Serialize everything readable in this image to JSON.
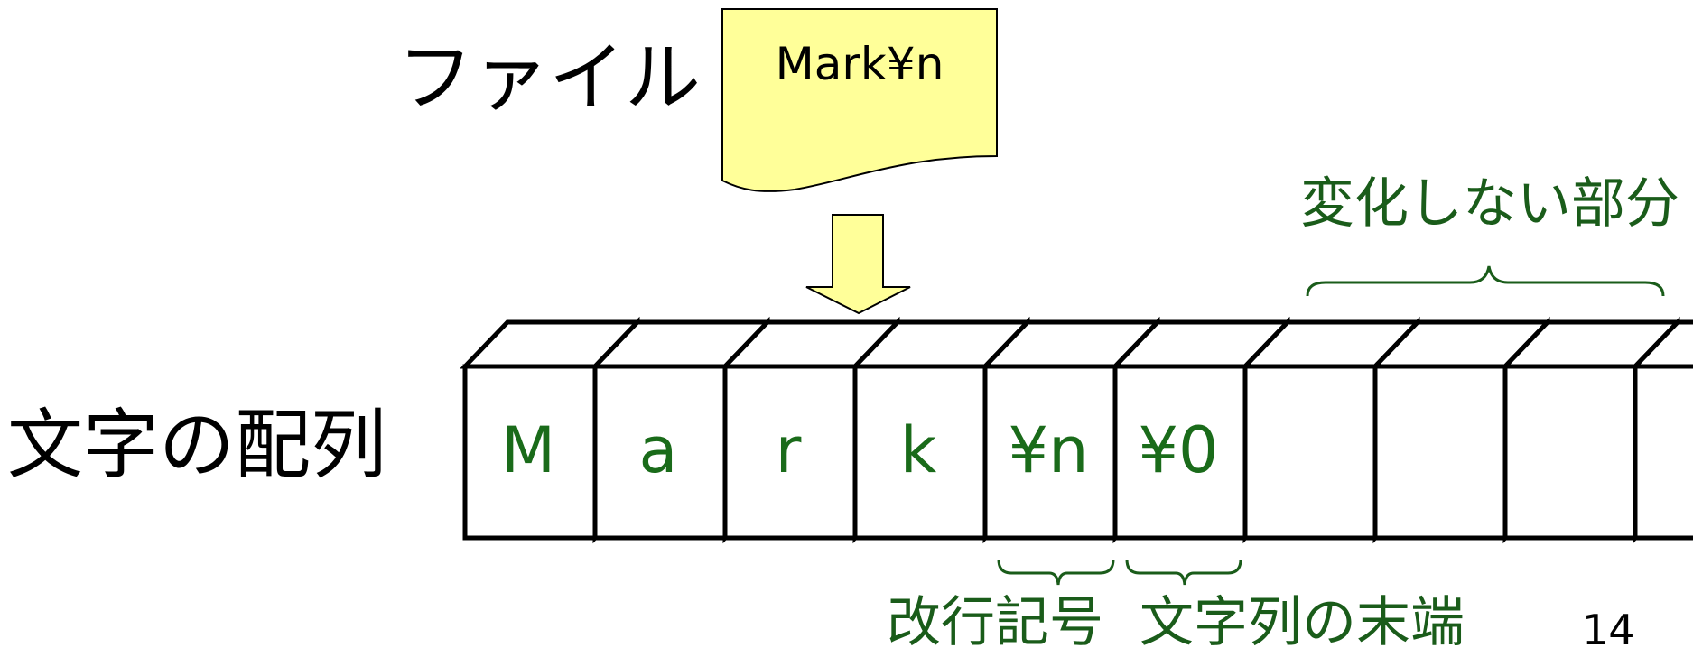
{
  "file_label": "ファイル",
  "file_content": "Mark¥n",
  "array_label": "文字の配列",
  "cells": [
    "M",
    "a",
    "r",
    "k",
    "¥n",
    "¥0",
    "",
    "",
    "",
    ""
  ],
  "unchanged_label": "変化しない部分",
  "newline_label": "改行記号",
  "string_end_label": "文字列の末端",
  "page_number": "14",
  "colors": {
    "file_fill": "#ffff99",
    "label_green": "#1a5c1a",
    "cell_text_green": "#1a6b1a",
    "outline": "#000000"
  }
}
